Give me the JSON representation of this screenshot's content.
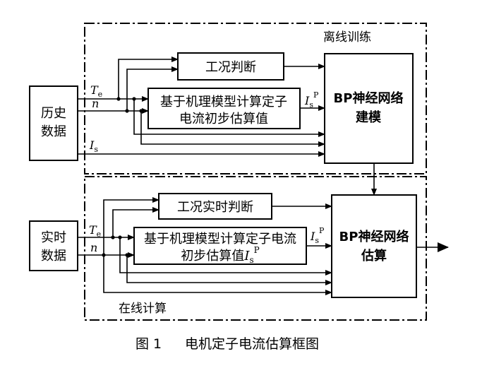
{
  "offline": {
    "region_label": "离线训练",
    "source_box": {
      "line1": "历史",
      "line2": "数据"
    },
    "condition_box": "工况判断",
    "model_box": {
      "line1": "基于机理模型计算定子",
      "line2": "电流初步估算值"
    },
    "nn_box": {
      "line1": "BP神经网络",
      "line2": "建模"
    },
    "signals": {
      "te": {
        "base": "T",
        "sub": "e"
      },
      "n": {
        "base": "n"
      },
      "is": {
        "base": "I",
        "sub": "s"
      },
      "isp": {
        "base": "I",
        "sub": "s",
        "sup": "P"
      }
    }
  },
  "online": {
    "region_label": "在线计算",
    "source_box": {
      "line1": "实时",
      "line2": "数据"
    },
    "condition_box": "工况实时判断",
    "model_box": {
      "line1": "基于机理模型计算定子电流",
      "line2_text": "初步估算值",
      "line2_base": "I",
      "line2_sub": "s",
      "line2_sup": "P"
    },
    "nn_box": {
      "line1": "BP神经网络",
      "line2": "估算"
    },
    "signals": {
      "te": {
        "base": "T",
        "sub": "e"
      },
      "n": {
        "base": "n"
      },
      "isp": {
        "base": "I",
        "sub": "s",
        "sup": "P"
      }
    }
  },
  "caption": {
    "figure_no": "图 1",
    "title": "电机定子电流估算框图"
  }
}
